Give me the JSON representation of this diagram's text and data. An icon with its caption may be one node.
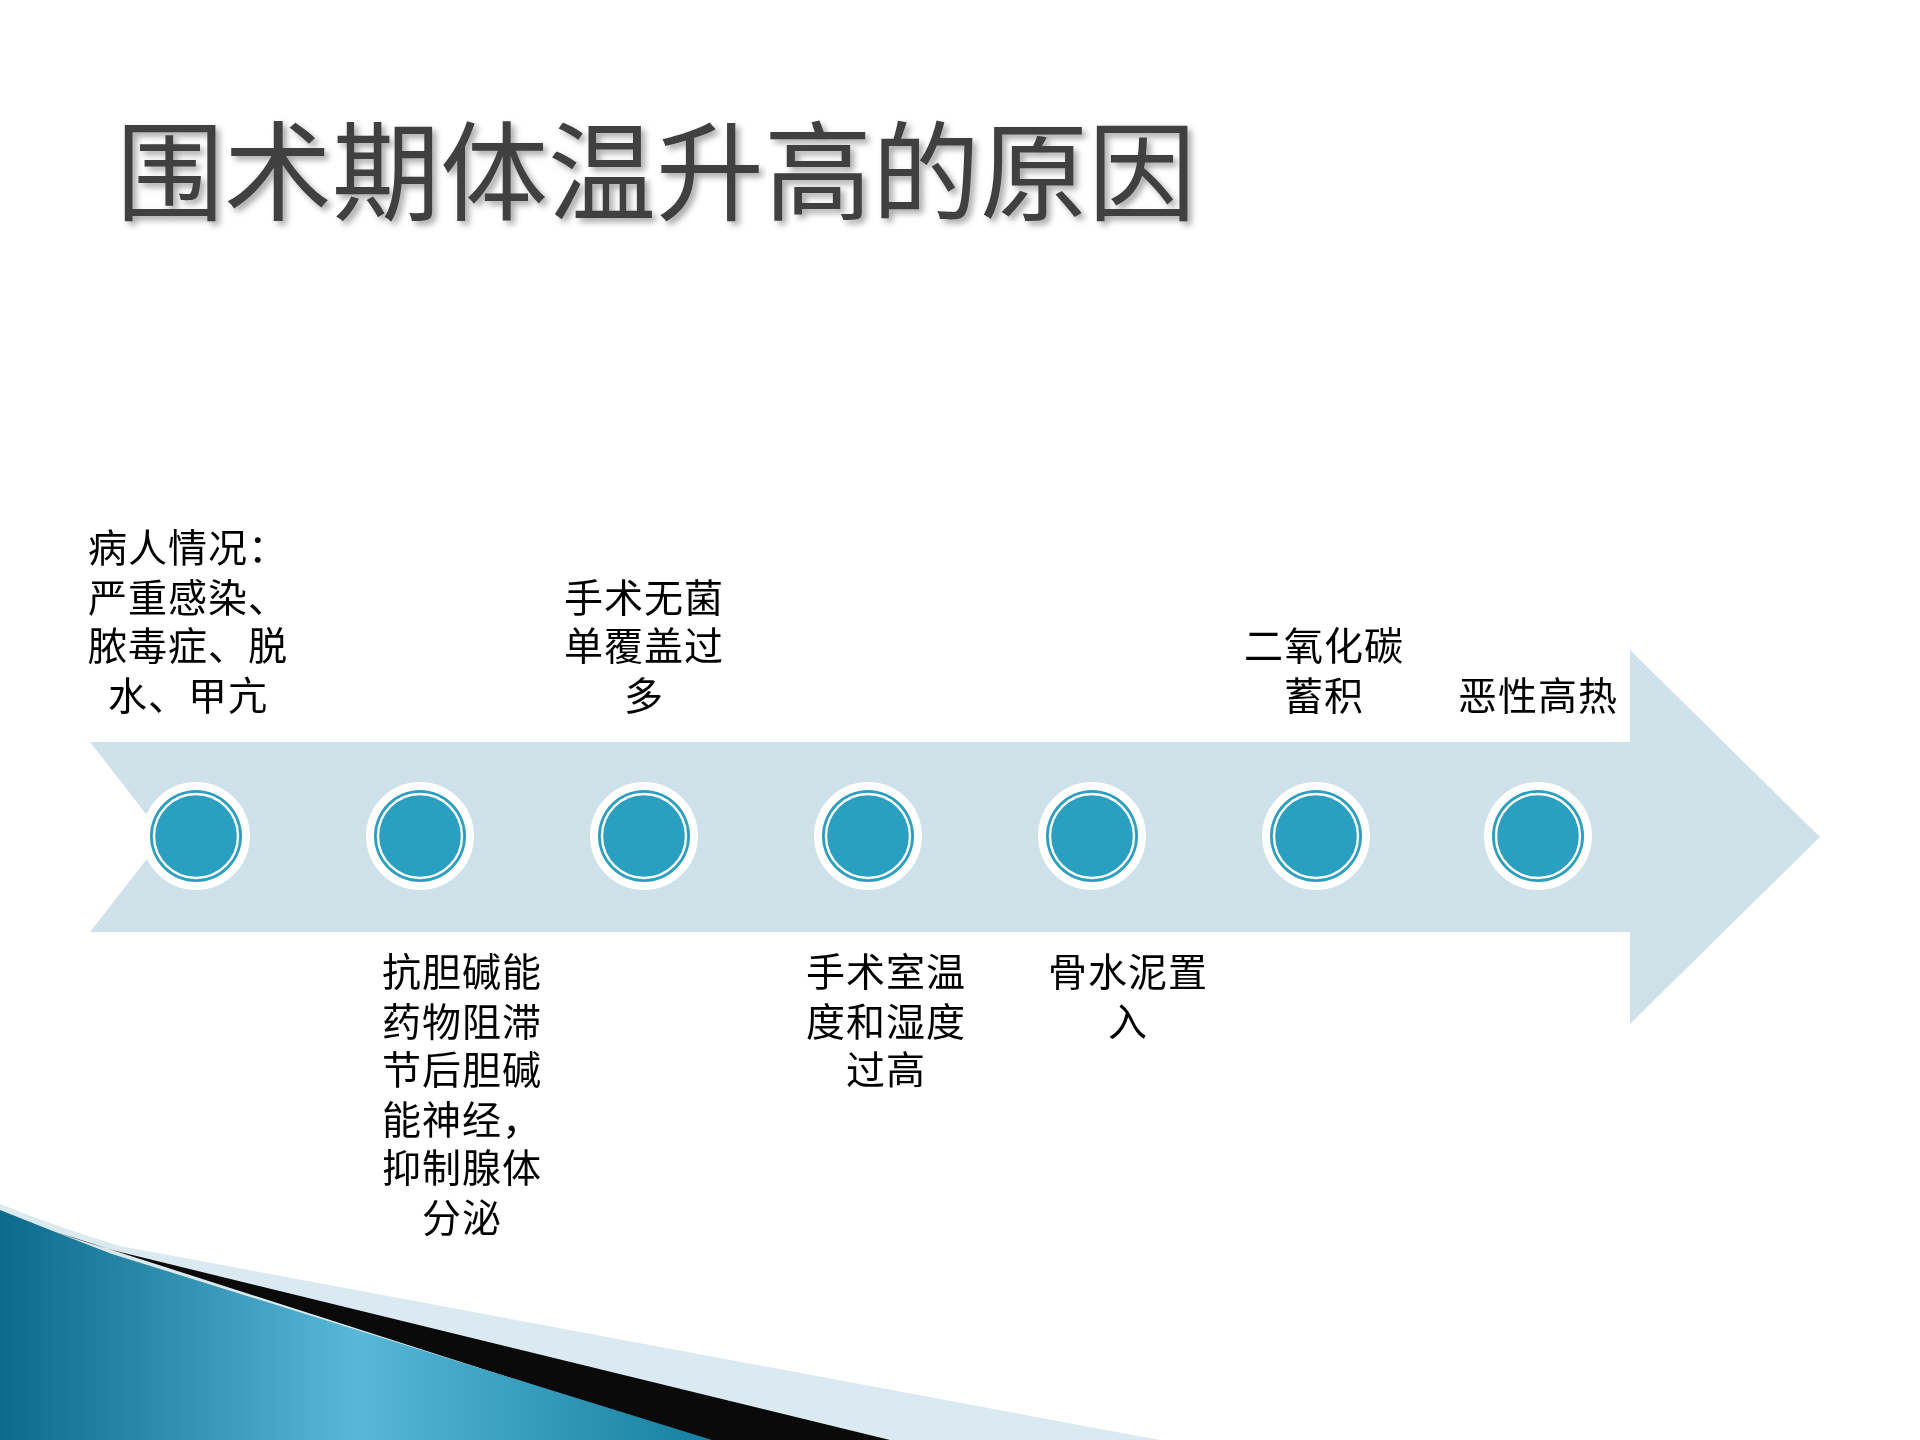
{
  "diagram": {
    "title": "围术期体温升高的原因",
    "nodes": [
      {
        "text": [],
        "shape": "arrow"
      },
      {
        "text": [],
        "shape": "circle",
        "in": 0,
        "beside": [
          "病人情况：严重感染、脓毒症、脱水、甲亢"
        ]
      },
      {
        "text": [],
        "shape": "circle",
        "in": 0,
        "beside": [
          "抗胆碱能药物阻滞节后胆碱能神经，抑制腺体分泌"
        ]
      },
      {
        "text": [],
        "shape": "circle",
        "in": 0,
        "beside": [
          "手术无菌单覆盖过多"
        ]
      },
      {
        "text": [],
        "shape": "circle",
        "in": 0,
        "beside": [
          "手术室温度和湿度过高"
        ]
      },
      {
        "text": [],
        "shape": "circle",
        "in": 0,
        "beside": [
          "骨水泥置入"
        ]
      },
      {
        "text": [],
        "shape": "circle",
        "in": 0,
        "beside": [
          "二氧化碳蓄积"
        ]
      },
      {
        "text": [],
        "shape": "circle",
        "in": 0,
        "beside": [
          "恶性高热"
        ]
      }
    ]
  }
}
